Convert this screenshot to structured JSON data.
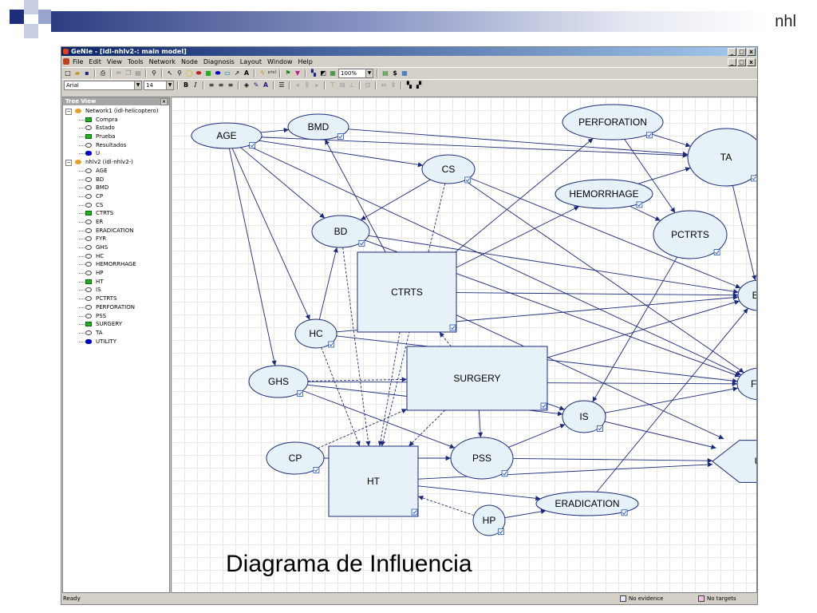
{
  "slide": {
    "tag": "nhl",
    "caption": "Diagrama de Influencia"
  },
  "app": {
    "title": "GeNIe - [idl-nhlv2-: main model]",
    "menu": [
      "File",
      "Edit",
      "View",
      "Tools",
      "Network",
      "Node",
      "Diagnosis",
      "Layout",
      "Window",
      "Help"
    ],
    "window_buttons": [
      "_",
      "□",
      "x"
    ],
    "zoom": "100%",
    "font_name": "Arial",
    "font_size": "14"
  },
  "tree": {
    "title": "Tree View",
    "items": [
      {
        "label": "Network1 (idl-helicoptero)",
        "kind": "net",
        "level": 0
      },
      {
        "label": "Compra",
        "kind": "decision",
        "level": 1
      },
      {
        "label": "Estado",
        "kind": "chance",
        "level": 1
      },
      {
        "label": "Prueba",
        "kind": "decision",
        "level": 1
      },
      {
        "label": "Resultados",
        "kind": "chance",
        "level": 1
      },
      {
        "label": "U",
        "kind": "utility",
        "level": 1
      },
      {
        "label": "nhlv2 (idl-nhlv2-)",
        "kind": "net",
        "level": 0
      },
      {
        "label": "AGE",
        "kind": "chance",
        "level": 1
      },
      {
        "label": "BD",
        "kind": "chance",
        "level": 1
      },
      {
        "label": "BMD",
        "kind": "chance",
        "level": 1
      },
      {
        "label": "CP",
        "kind": "chance",
        "level": 1
      },
      {
        "label": "CS",
        "kind": "chance",
        "level": 1
      },
      {
        "label": "CTRTS",
        "kind": "decision",
        "level": 1
      },
      {
        "label": "ER",
        "kind": "chance",
        "level": 1
      },
      {
        "label": "ERADICATION",
        "kind": "chance",
        "level": 1
      },
      {
        "label": "FYR",
        "kind": "chance",
        "level": 1
      },
      {
        "label": "GHS",
        "kind": "chance",
        "level": 1
      },
      {
        "label": "HC",
        "kind": "chance",
        "level": 1
      },
      {
        "label": "HEMORRHAGE",
        "kind": "chance",
        "level": 1
      },
      {
        "label": "HP",
        "kind": "chance",
        "level": 1
      },
      {
        "label": "HT",
        "kind": "decision",
        "level": 1
      },
      {
        "label": "IS",
        "kind": "chance",
        "level": 1
      },
      {
        "label": "PCTRTS",
        "kind": "chance",
        "level": 1
      },
      {
        "label": "PERFORATION",
        "kind": "chance",
        "level": 1
      },
      {
        "label": "PSS",
        "kind": "chance",
        "level": 1
      },
      {
        "label": "SURGERY",
        "kind": "decision",
        "level": 1
      },
      {
        "label": "TA",
        "kind": "chance",
        "level": 1
      },
      {
        "label": "UTILITY",
        "kind": "utility",
        "level": 1
      }
    ]
  },
  "diagram": {
    "nodes": [
      {
        "id": "AGE",
        "label": "AGE",
        "shape": "ellipse"
      },
      {
        "id": "BMD",
        "label": "BMD",
        "shape": "ellipse"
      },
      {
        "id": "PERFORATION",
        "label": "PERFORATION",
        "shape": "ellipse"
      },
      {
        "id": "TA",
        "label": "TA",
        "shape": "ellipse"
      },
      {
        "id": "CS",
        "label": "CS",
        "shape": "ellipse"
      },
      {
        "id": "HEMORRHAGE",
        "label": "HEMORRHAGE",
        "shape": "ellipse"
      },
      {
        "id": "BD",
        "label": "BD",
        "shape": "ellipse"
      },
      {
        "id": "PCTRTS",
        "label": "PCTRTS",
        "shape": "ellipse"
      },
      {
        "id": "CTRTS",
        "label": "CTRTS",
        "shape": "rect"
      },
      {
        "id": "ER",
        "label": "ER",
        "shape": "ellipse"
      },
      {
        "id": "HC",
        "label": "HC",
        "shape": "ellipse"
      },
      {
        "id": "GHS",
        "label": "GHS",
        "shape": "ellipse"
      },
      {
        "id": "SURGERY",
        "label": "SURGERY",
        "shape": "rect"
      },
      {
        "id": "FYR",
        "label": "FYR",
        "shape": "ellipse"
      },
      {
        "id": "IS",
        "label": "IS",
        "shape": "ellipse"
      },
      {
        "id": "CP",
        "label": "CP",
        "shape": "ellipse"
      },
      {
        "id": "PSS",
        "label": "PSS",
        "shape": "ellipse"
      },
      {
        "id": "UTILITY",
        "label": "UTILITY",
        "shape": "hexagon"
      },
      {
        "id": "HT",
        "label": "HT",
        "shape": "rect"
      },
      {
        "id": "ERADICATION",
        "label": "ERADICATION",
        "shape": "ellipse"
      },
      {
        "id": "HP",
        "label": "HP",
        "shape": "ellipse"
      }
    ],
    "edges": [
      {
        "from": "AGE",
        "to": "BMD",
        "style": "solid"
      },
      {
        "from": "AGE",
        "to": "TA",
        "style": "solid"
      },
      {
        "from": "AGE",
        "to": "CS",
        "style": "solid"
      },
      {
        "from": "AGE",
        "to": "BD",
        "style": "solid"
      },
      {
        "from": "AGE",
        "to": "HC",
        "style": "solid"
      },
      {
        "from": "AGE",
        "to": "GHS",
        "style": "solid"
      },
      {
        "from": "AGE",
        "to": "FYR",
        "style": "solid"
      },
      {
        "from": "BMD",
        "to": "TA",
        "style": "solid"
      },
      {
        "from": "PERFORATION",
        "to": "TA",
        "style": "solid"
      },
      {
        "from": "PERFORATION",
        "to": "PCTRTS",
        "style": "solid"
      },
      {
        "from": "HEMORRHAGE",
        "to": "TA",
        "style": "solid"
      },
      {
        "from": "HEMORRHAGE",
        "to": "PCTRTS",
        "style": "solid"
      },
      {
        "from": "TA",
        "to": "ER",
        "style": "solid"
      },
      {
        "from": "CS",
        "to": "BD",
        "style": "solid"
      },
      {
        "from": "CS",
        "to": "ER",
        "style": "solid"
      },
      {
        "from": "CS",
        "to": "FYR",
        "style": "solid"
      },
      {
        "from": "CS",
        "to": "HT",
        "style": "dashed"
      },
      {
        "from": "BD",
        "to": "ER",
        "style": "solid"
      },
      {
        "from": "BD",
        "to": "FYR",
        "style": "solid"
      },
      {
        "from": "BD",
        "to": "HT",
        "style": "dashed"
      },
      {
        "from": "CTRTS",
        "to": "BMD",
        "style": "solid"
      },
      {
        "from": "CTRTS",
        "to": "PERFORATION",
        "style": "solid"
      },
      {
        "from": "CTRTS",
        "to": "HEMORRHAGE",
        "style": "solid"
      },
      {
        "from": "CTRTS",
        "to": "ER",
        "style": "solid"
      },
      {
        "from": "CTRTS",
        "to": "UTILITY",
        "style": "solid"
      },
      {
        "from": "HC",
        "to": "BD",
        "style": "solid"
      },
      {
        "from": "HC",
        "to": "ER",
        "style": "solid"
      },
      {
        "from": "HC",
        "to": "FYR",
        "style": "solid"
      },
      {
        "from": "HC",
        "to": "HT",
        "style": "dashed"
      },
      {
        "from": "GHS",
        "to": "SURGERY",
        "style": "dashed"
      },
      {
        "from": "GHS",
        "to": "PSS",
        "style": "solid"
      },
      {
        "from": "GHS",
        "to": "IS",
        "style": "solid"
      },
      {
        "from": "GHS",
        "to": "FYR",
        "style": "solid"
      },
      {
        "from": "SURGERY",
        "to": "CTRTS",
        "style": "dashed"
      },
      {
        "from": "SURGERY",
        "to": "PSS",
        "style": "solid"
      },
      {
        "from": "SURGERY",
        "to": "IS",
        "style": "solid"
      },
      {
        "from": "SURGERY",
        "to": "ER",
        "style": "solid"
      },
      {
        "from": "SURGERY",
        "to": "HT",
        "style": "dashed"
      },
      {
        "from": "CTRTS",
        "to": "HT",
        "style": "dashed"
      },
      {
        "from": "PCTRTS",
        "to": "IS",
        "style": "solid"
      },
      {
        "from": "ER",
        "to": "FYR",
        "style": "solid"
      },
      {
        "from": "FYR",
        "to": "UTILITY",
        "style": "solid"
      },
      {
        "from": "IS",
        "to": "FYR",
        "style": "solid"
      },
      {
        "from": "IS",
        "to": "UTILITY",
        "style": "solid"
      },
      {
        "from": "CP",
        "to": "PSS",
        "style": "solid"
      },
      {
        "from": "CP",
        "to": "SURGERY",
        "style": "dashed"
      },
      {
        "from": "PSS",
        "to": "IS",
        "style": "solid"
      },
      {
        "from": "PSS",
        "to": "UTILITY",
        "style": "solid"
      },
      {
        "from": "HT",
        "to": "ERADICATION",
        "style": "solid"
      },
      {
        "from": "HT",
        "to": "UTILITY",
        "style": "solid"
      },
      {
        "from": "ERADICATION",
        "to": "ER",
        "style": "solid"
      },
      {
        "from": "HP",
        "to": "ERADICATION",
        "style": "solid"
      },
      {
        "from": "HP",
        "to": "HT",
        "style": "dashed"
      }
    ]
  },
  "status": {
    "ready": "Ready",
    "evidence": "No evidence",
    "targets": "No targets"
  },
  "colors": {
    "node_fill": "#e6f1f8",
    "edge": "#1c2a7a",
    "decision": "#1eb01e",
    "utility": "#0000c0"
  }
}
